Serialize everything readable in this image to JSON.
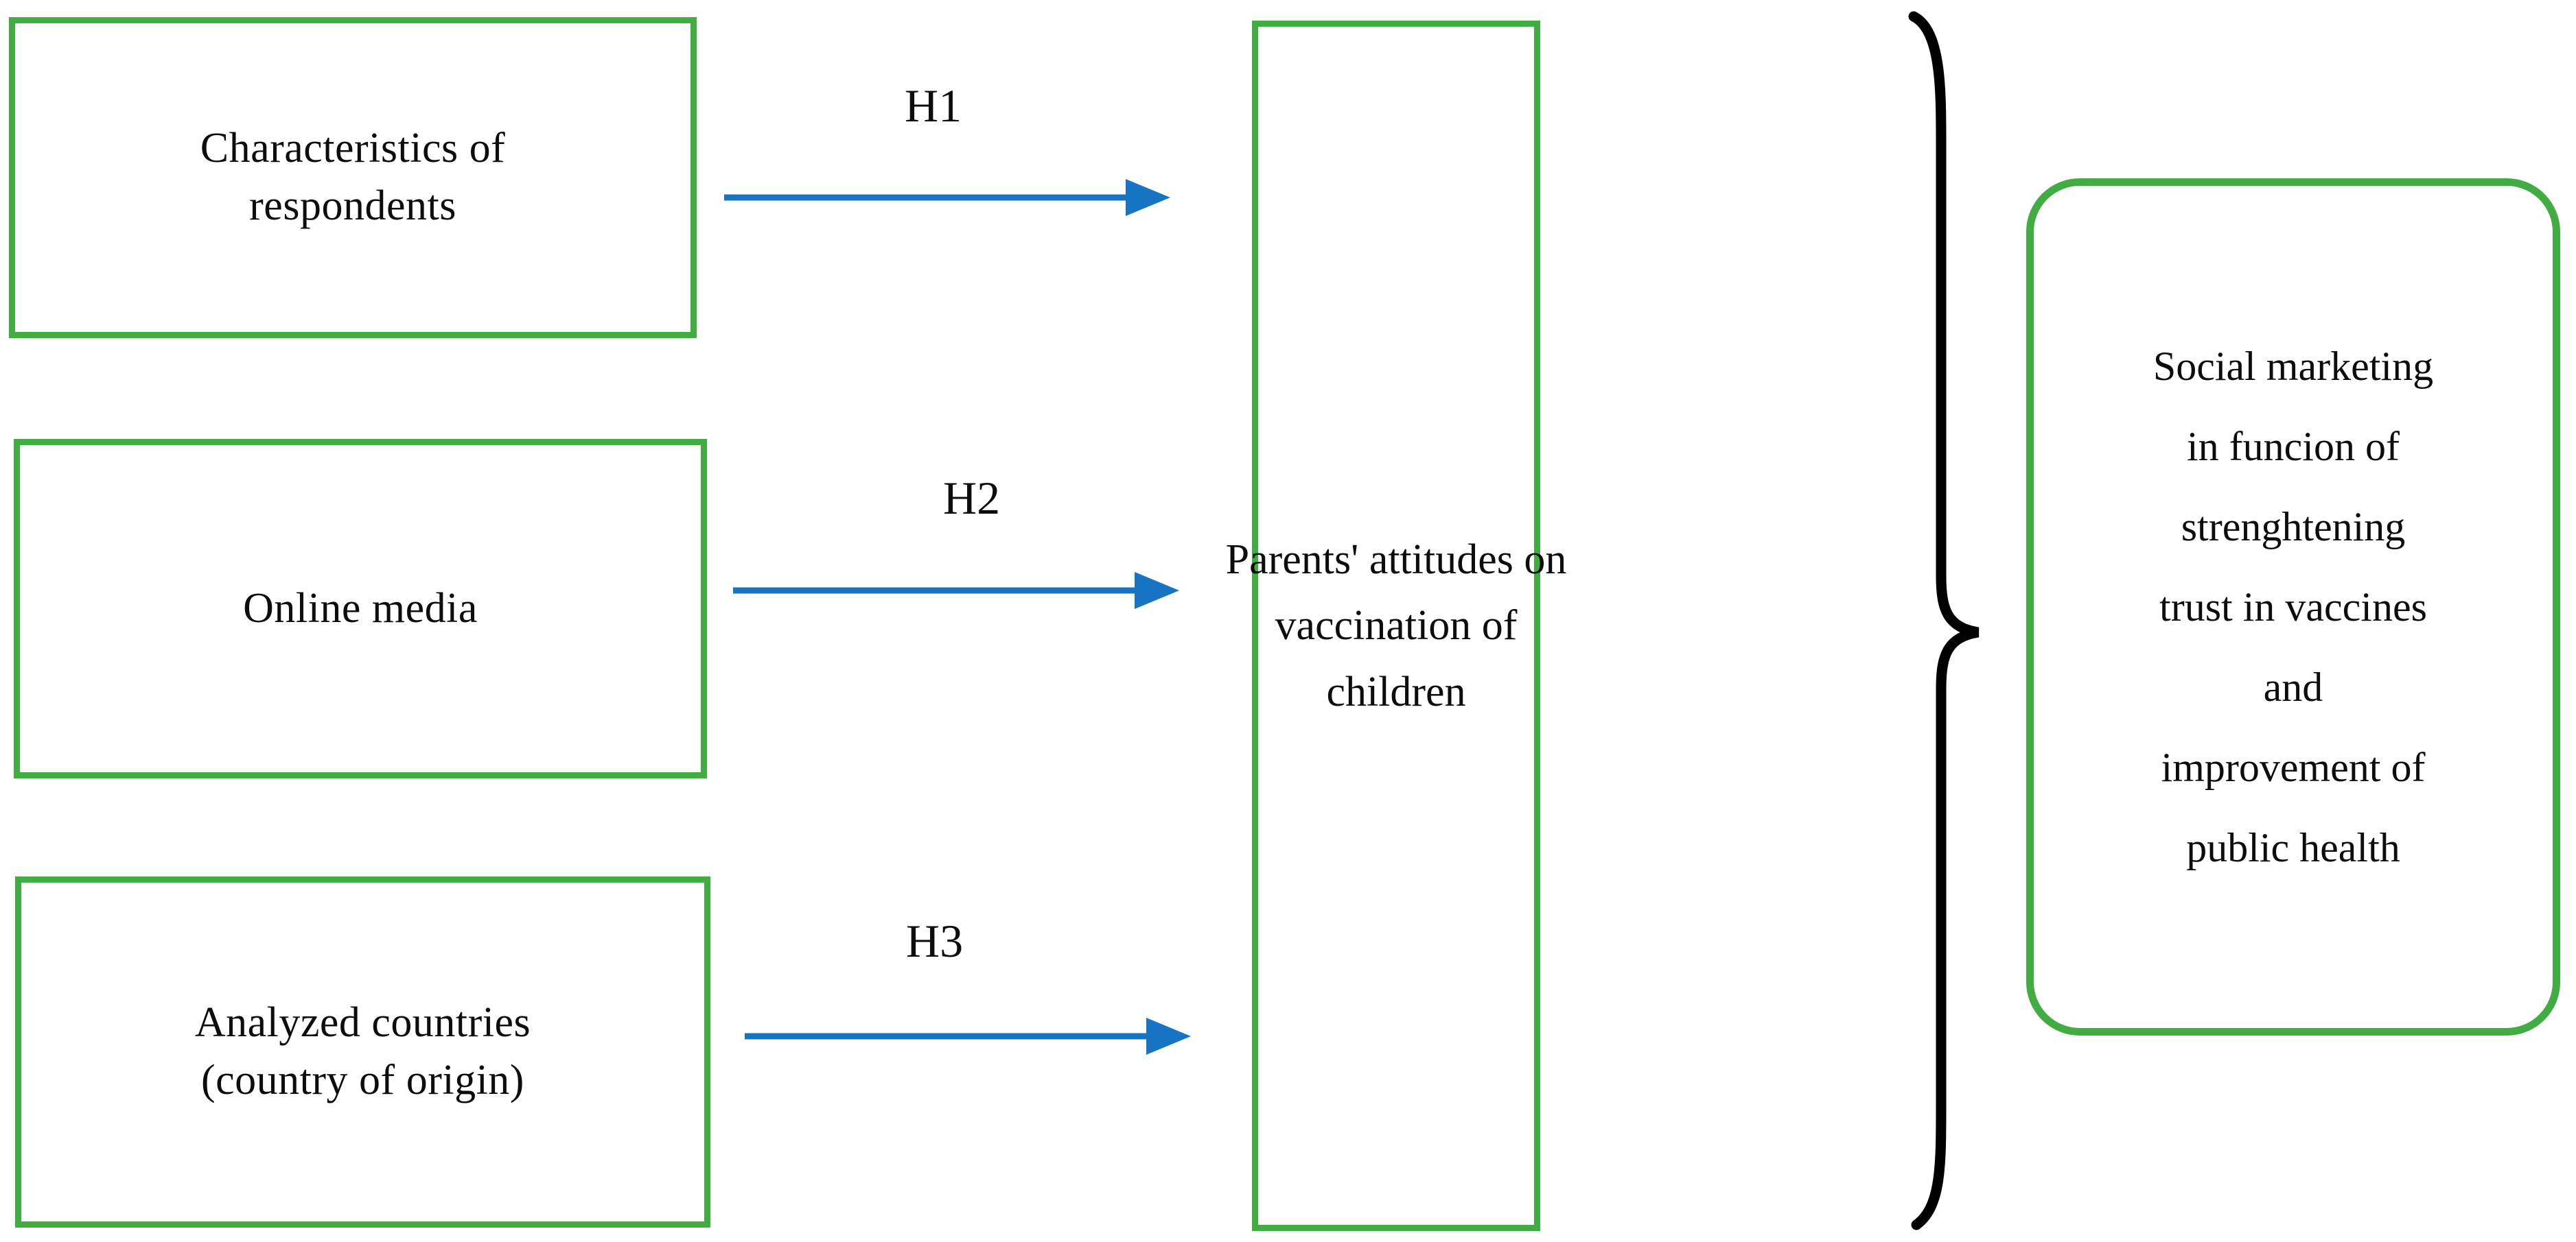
{
  "diagram": {
    "title": "Conceptual research model of parental attitudes on child vaccination",
    "colors": {
      "box_border_green": "#41ac41",
      "arrow_blue": "#1674c3",
      "brace_black": "#000000",
      "text_black": "#0d0d0d",
      "background": "#ffffff"
    },
    "antecedents": [
      {
        "id": "characteristics-of-respondents",
        "lines": [
          "Characteristics of",
          "respondents"
        ],
        "shape": "rectangle"
      },
      {
        "id": "online-media",
        "lines": [
          "Online media"
        ],
        "shape": "rectangle"
      },
      {
        "id": "analyzed-countries",
        "lines": [
          "Analyzed countries",
          "(country of origin)"
        ],
        "shape": "rectangle"
      }
    ],
    "arrows": [
      {
        "id": "h1",
        "label": "H1",
        "from": "characteristics-of-respondents",
        "to": "parents-attitudes",
        "style": "solid-arrow-right"
      },
      {
        "id": "h2",
        "label": "H2",
        "from": "online-media",
        "to": "parents-attitudes",
        "style": "solid-arrow-right"
      },
      {
        "id": "h3",
        "label": "H3",
        "from": "analyzed-countries",
        "to": "parents-attitudes",
        "style": "solid-arrow-right"
      }
    ],
    "mediator": {
      "id": "parents-attitudes",
      "lines": [
        "Parents' attitudes on",
        "vaccination of",
        "children"
      ],
      "shape": "rectangle"
    },
    "connector": {
      "id": "right-curly-brace",
      "glyph": "}"
    },
    "outcome": {
      "id": "social-marketing-outcome",
      "lines": [
        "Social marketing",
        "in funcion of",
        "strenghtening",
        "trust in vaccines",
        "and",
        "improvement of",
        "public health"
      ],
      "shape": "rounded-rectangle"
    }
  }
}
